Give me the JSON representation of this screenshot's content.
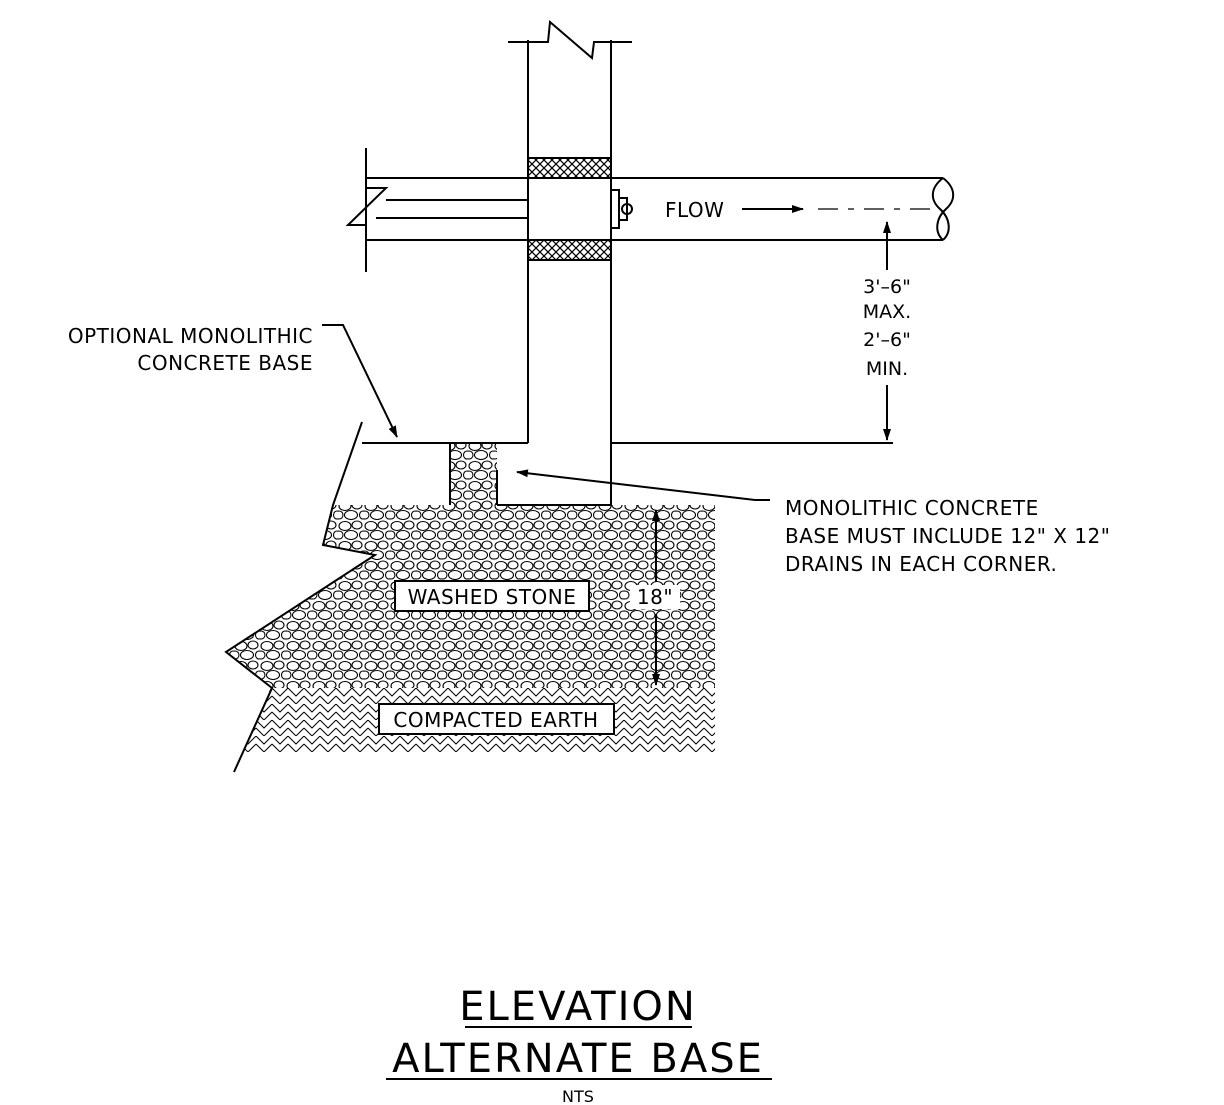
{
  "labels": {
    "flow": "FLOW",
    "dim_top": "3'–6\"",
    "dim_max": "MAX.",
    "dim_bottom": "2'–6\"",
    "dim_min": "MIN.",
    "optional_line1": "OPTIONAL MONOLITHIC",
    "optional_line2": "CONCRETE BASE",
    "mono_line1": "MONOLITHIC CONCRETE",
    "mono_line2": "BASE MUST INCLUDE 12\" X 12\"",
    "mono_line3": "DRAINS IN EACH CORNER.",
    "washed_stone": "WASHED STONE",
    "stone_depth": "18\"",
    "compacted_earth": "COMPACTED EARTH"
  },
  "title": {
    "line1": "ELEVATION",
    "line2": "ALTERNATE BASE",
    "scale": "NTS"
  }
}
